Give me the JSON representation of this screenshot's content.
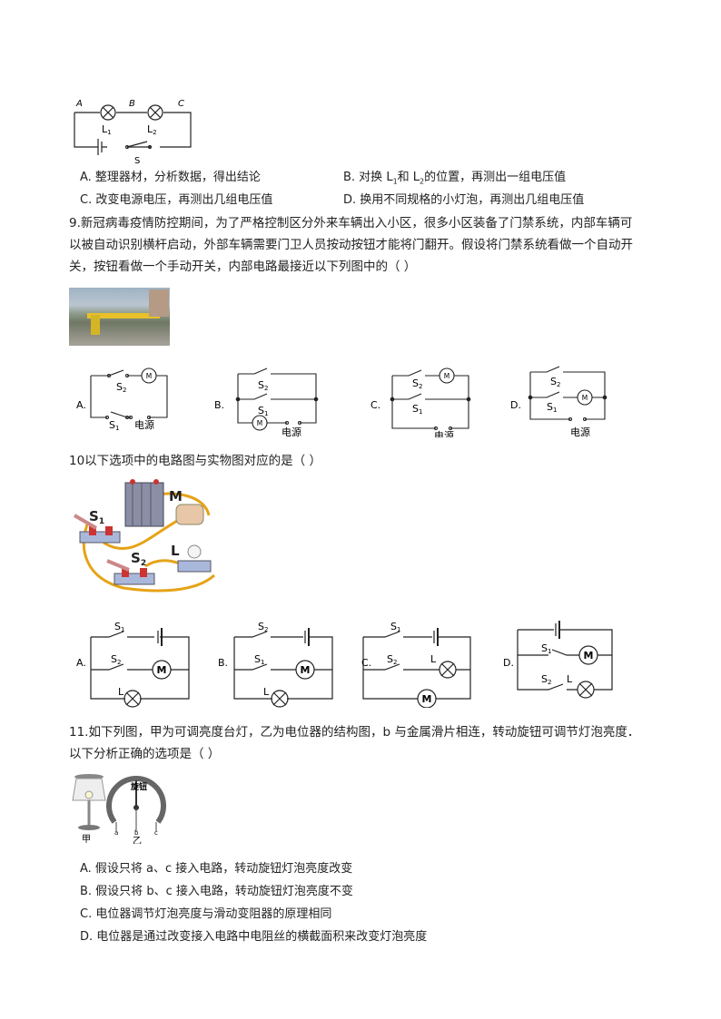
{
  "q8": {
    "diagram": {
      "A": "A",
      "B": "B",
      "C": "C",
      "L1": "L",
      "L1_sub": "1",
      "L2": "L",
      "L2_sub": "2",
      "S": "S"
    },
    "options": {
      "A": "A. 整理器材，分析数据，得出结论",
      "B_pre": "B. 对换 L",
      "B_mid": "和 L",
      "B_post": "的位置，再测出一组电压值",
      "B_sub1": "1",
      "B_sub2": "2",
      "C": "C. 改变电源电压，再测出几组电压值",
      "D": "D. 换用不同规格的小灯泡，再测出几组电压值"
    }
  },
  "q9": {
    "line1": "9.新冠病毒疫情防控期间，为了严格控制区分外来车辆出入小区，很多小区装备了门禁系统，内部车辆可",
    "line2": "以被自动识别横杆启动，外部车辆需要门卫人员按动按钮才能将门翻开。假设将门禁系统看做一个自动开",
    "line3": "关，按钮看做一个手动开关，内部电路最接近以下列图中的（    ）",
    "labels": {
      "A": "A.",
      "B": "B.",
      "C": "C.",
      "D": "D.",
      "S": "S",
      "sub1": "1",
      "sub2": "2",
      "M": "M",
      "power": "电源"
    }
  },
  "q10": {
    "stem": "10以下选项中的电路图与实物图对应的是（    ）",
    "photo_labels": {
      "S1": "S",
      "S2": "S",
      "M": "M",
      "L": "L",
      "sub1": "1",
      "sub2": "2"
    },
    "labels": {
      "A": "A.",
      "B": "B.",
      "C": "C.",
      "D": "D.",
      "S": "S",
      "L": "L",
      "M": "M",
      "sub1": "1",
      "sub2": "2"
    }
  },
  "q11": {
    "line1": "11.如下列图，甲为可调亮度台灯，乙为电位器的结构图，b 与金属滑片相连，转动旋钮可调节灯泡亮度．",
    "line2": "以下分析正确的选项是（    ）",
    "fig": {
      "knob": "旋钮",
      "a": "a",
      "b": "b",
      "c": "c",
      "jia": "甲",
      "yi": "乙"
    },
    "options": {
      "A": "A. 假设只将 a、c 接入电路，转动旋钮灯泡亮度改变",
      "B": "B. 假设只将 b、c 接入电路，转动旋钮灯泡亮度不变",
      "C": "C. 电位器调节灯泡亮度与滑动变阻器的原理相同",
      "D": "D. 电位器是通过改变接入电路中电阻丝的横截面积来改变灯泡亮度"
    }
  }
}
